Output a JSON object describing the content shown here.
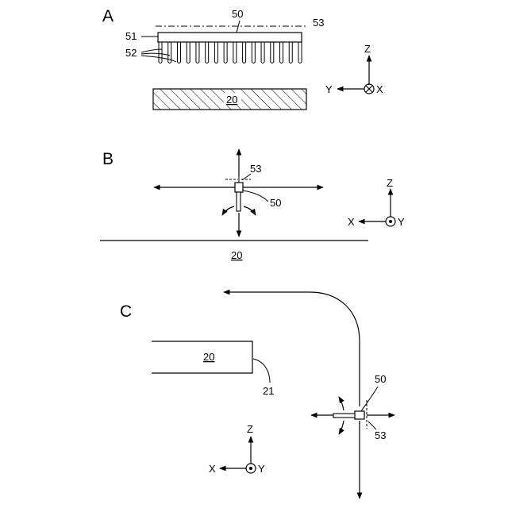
{
  "panels": {
    "a": {
      "letter": "A",
      "labels": {
        "head": "50",
        "axis_line": "53",
        "body": "51",
        "needles": "52",
        "substrate": "20"
      },
      "axes": {
        "vertical": "Z",
        "horizontal": "Y",
        "depth": "X"
      }
    },
    "b": {
      "letter": "B",
      "labels": {
        "axis_line": "53",
        "head": "50",
        "substrate": "20"
      },
      "axes": {
        "vertical": "Z",
        "horizontal": "X",
        "depth": "Y"
      }
    },
    "c": {
      "letter": "C",
      "labels": {
        "substrate": "20",
        "edge": "21",
        "head": "50",
        "axis_line": "53"
      },
      "axes": {
        "vertical": "Z",
        "horizontal": "X",
        "depth": "Y"
      }
    }
  },
  "icons": {
    "into_page": "circle-cross-icon",
    "out_of_page": "circle-dot-icon"
  }
}
